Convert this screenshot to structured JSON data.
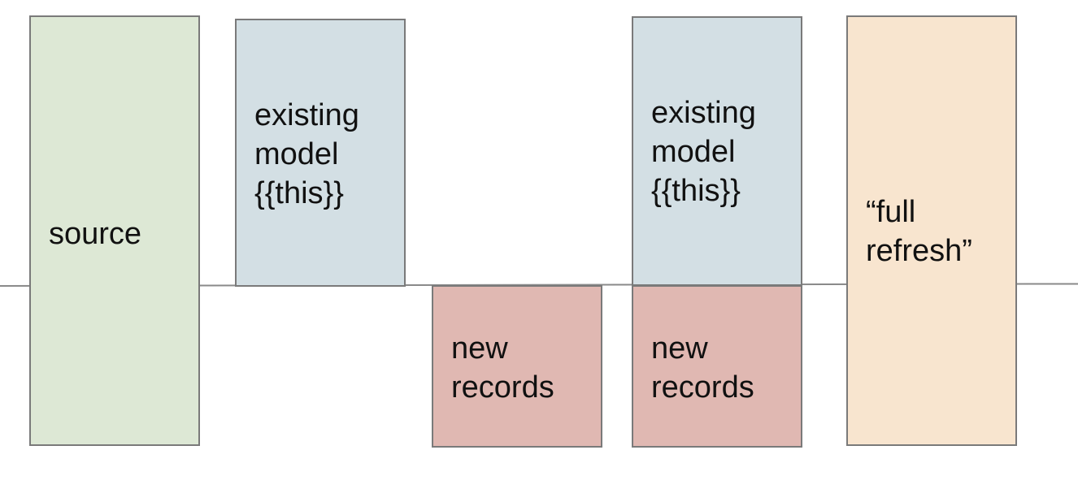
{
  "diagram": {
    "boxes": {
      "source": {
        "label": "source",
        "color": "#dde8d5"
      },
      "existing_model_1": {
        "label": "existing\nmodel\n{{this}}",
        "color": "#d3dfe4"
      },
      "new_records_1": {
        "label": "new\nrecords",
        "color": "#e0b8b2"
      },
      "existing_model_2": {
        "label": "existing\nmodel\n{{this}}",
        "color": "#d3dfe4"
      },
      "new_records_2": {
        "label": "new\nrecords",
        "color": "#e0b8b2"
      },
      "full_refresh": {
        "label": "“full\nrefresh”",
        "color": "#f8e5cf"
      }
    },
    "line_color": "#8a8a8a",
    "border_color": "#7a7a7a"
  }
}
